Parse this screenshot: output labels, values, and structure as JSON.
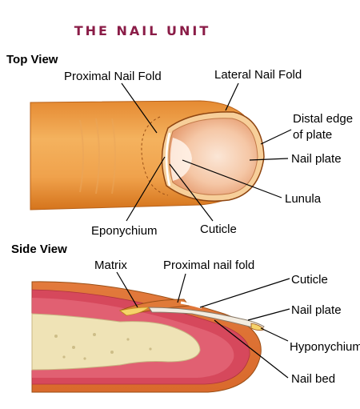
{
  "title": "THE NAIL UNIT",
  "colors": {
    "title": "#8a1c47",
    "skin_light": "#f7c98a",
    "skin_mid": "#eea152",
    "skin_dark": "#d97a22",
    "outline": "#9a4f16",
    "nail_pink": "#d9475a",
    "bone": "#efe3b6"
  },
  "top_view": {
    "heading": "Top View",
    "labels": {
      "proximal_nail_fold": "Proximal Nail Fold",
      "lateral_nail_fold": "Lateral Nail Fold",
      "distal_edge_line1": "Distal edge",
      "distal_edge_line2": "of plate",
      "nail_plate": "Nail plate",
      "lunula": "Lunula",
      "eponychium": "Eponychium",
      "cuticle": "Cuticle"
    }
  },
  "side_view": {
    "heading": "Side View",
    "labels": {
      "matrix": "Matrix",
      "proximal_nail_fold": "Proximal nail fold",
      "cuticle": "Cuticle",
      "nail_plate": "Nail plate",
      "hyponychium": "Hyponychium",
      "nail_bed": "Nail bed"
    }
  }
}
